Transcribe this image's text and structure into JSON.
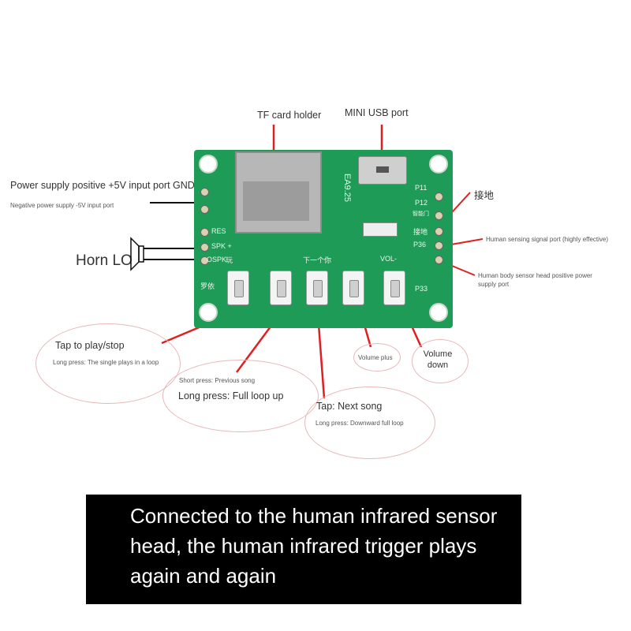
{
  "callouts": {
    "tf_card": "TF card holder",
    "mini_usb": "MINI USB port",
    "power_pos": "Power supply positive +5V input port GND",
    "power_neg": "Negative power supply -5V input port",
    "horn": "Horn LO",
    "ground": "接地",
    "sensing_port": "Human sensing signal port (highly effective)",
    "sensor_power": "Human body sensor head positive power supply port"
  },
  "board": {
    "model": "EA9.25",
    "left_pins": [
      "RES",
      "SPK +",
      "OSPK"
    ],
    "left_bottom": "罗依",
    "right_pins": [
      "P11",
      "P12",
      "接地",
      "P36",
      "P33"
    ],
    "right_small": "智能门",
    "button_labels": [
      "玩",
      "下一个你",
      "VOL-"
    ]
  },
  "buttons": {
    "play": {
      "title": "Tap to play/stop",
      "note": "Long press: The single plays in a loop"
    },
    "prev": {
      "note": "Short press: Previous song",
      "title": "Long press: Full loop up"
    },
    "next": {
      "title": "Tap: Next song",
      "note": "Long press: Downward full loop"
    },
    "vol_plus": "Volume plus",
    "vol_down": "Volume down"
  },
  "caption": "Connected to the human infrared sensor head, the human infrared trigger plays again and again",
  "colors": {
    "pcb": "#1f9b58",
    "leader": "#e02020",
    "caption_bg": "#000000"
  }
}
